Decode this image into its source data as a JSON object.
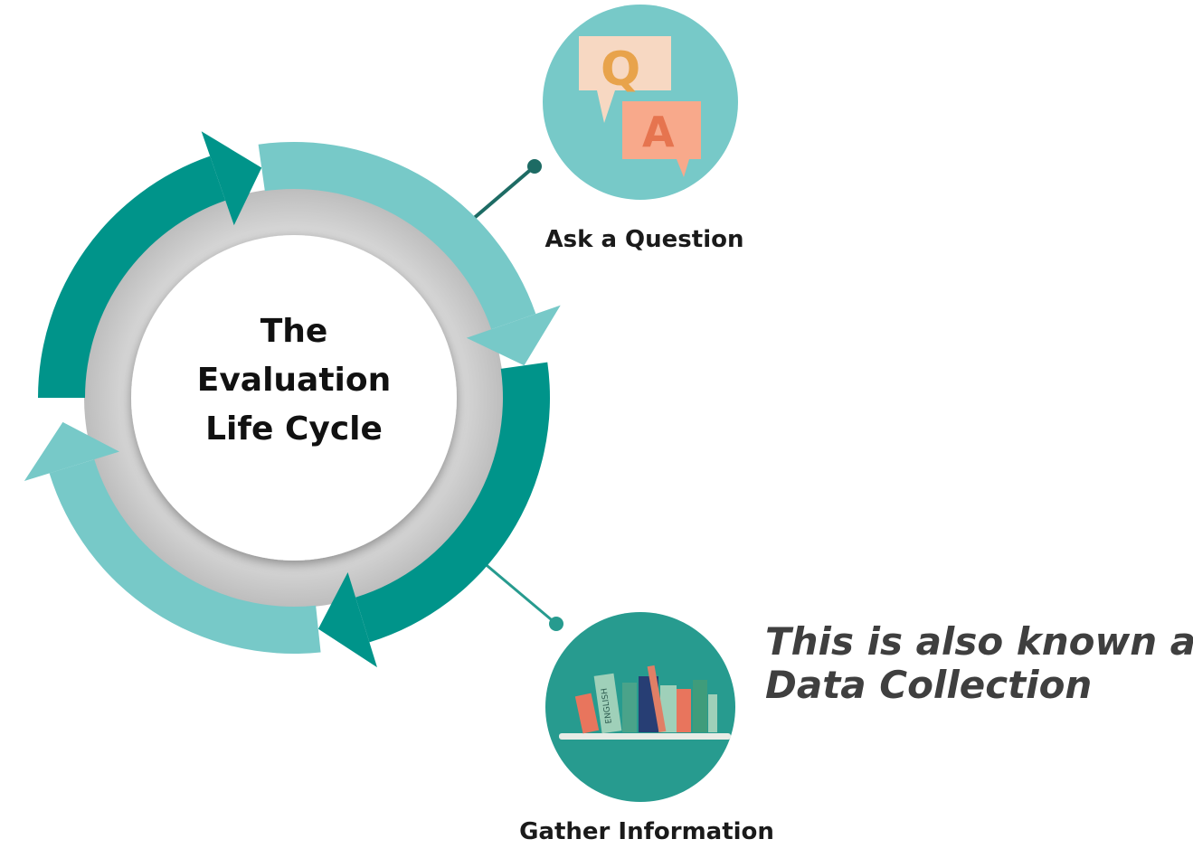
{
  "diagram": {
    "title_lines": [
      "The",
      "Evaluation",
      "Life Cycle"
    ],
    "steps": [
      {
        "label": "Ask a Question",
        "icon": "question-answer-icon"
      },
      {
        "label": "Gather Information",
        "icon": "books-icon"
      }
    ],
    "note_lines": [
      "This is also known as",
      "Data Collection"
    ],
    "colors": {
      "dark_teal": "#00948a",
      "light_teal": "#77c9c8",
      "ring_gray": "#c9c9c9",
      "icon_bg_light": "#77c9c8",
      "icon_bg_dark": "#279b8f",
      "connector": "#1d6b64"
    },
    "icon_letters": [
      "Q",
      "A"
    ],
    "book_spine_text": "ENGLISH"
  }
}
